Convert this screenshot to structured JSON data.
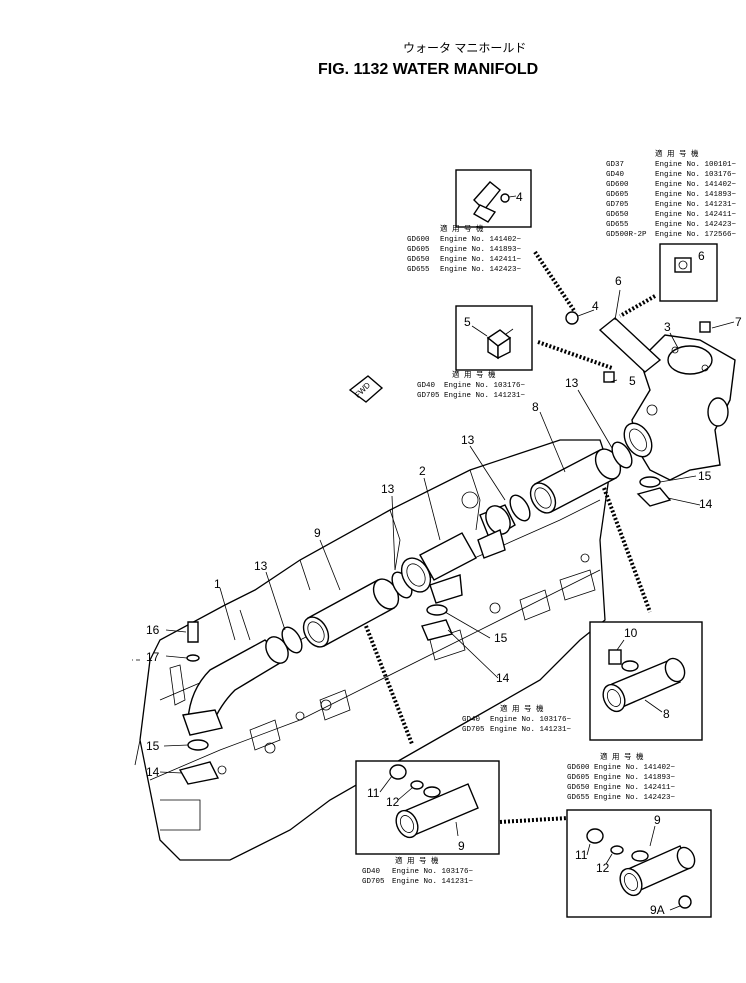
{
  "header": {
    "title_jp": "ウォータ マニホールド",
    "title_en": "FIG. 1132 WATER MANIFOLD"
  },
  "fwd_label": "FWD",
  "callouts": {
    "c1": "1",
    "c2": "2",
    "c3": "3",
    "c4": "4",
    "c5": "5",
    "c6": "6",
    "c7": "7",
    "c8": "8",
    "c9": "9",
    "c13a": "13",
    "c13b": "13",
    "c13c": "13",
    "c13d": "13",
    "c14a": "14",
    "c14b": "14",
    "c14c": "14",
    "c15a": "15",
    "c15b": "15",
    "c15c": "15",
    "c16": "16",
    "c17": "17"
  },
  "notes": {
    "top_right": {
      "heading": "適 用 号 機",
      "rows": [
        [
          "GD37",
          "Engine No. 100101~"
        ],
        [
          "GD40",
          "Engine No. 103176~"
        ],
        [
          "GD600",
          "Engine No. 141402~"
        ],
        [
          "GD605",
          "Engine No. 141893~"
        ],
        [
          "GD705",
          "Engine No. 141231~"
        ],
        [
          "GD650",
          "Engine No. 142411~"
        ],
        [
          "GD655",
          "Engine No. 142423~"
        ],
        [
          "GD500R-2P",
          "Engine No. 172566~"
        ]
      ]
    },
    "part4": {
      "heading": "適 用 号 機",
      "rows": [
        [
          "GD600",
          "Engine No. 141402~"
        ],
        [
          "GD605",
          "Engine No. 141893~"
        ],
        [
          "GD650",
          "Engine No. 142411~"
        ],
        [
          "GD655",
          "Engine No. 142423~"
        ]
      ]
    },
    "part5": {
      "heading": "適 用 号 機",
      "rows": [
        [
          "GD40",
          "Engine No. 103176~"
        ],
        [
          "GD705",
          "Engine No. 141231~"
        ]
      ]
    },
    "part8": {
      "heading": "適 用 号 機",
      "rows": [
        [
          "GD40",
          "Engine No. 103176~"
        ],
        [
          "GD705",
          "Engine No. 141231~"
        ]
      ]
    },
    "part9": {
      "heading": "適 用 号 機",
      "rows": [
        [
          "GD40",
          "Engine No. 103176~"
        ],
        [
          "GD705",
          "Engine No. 141231~"
        ]
      ]
    },
    "part9a": {
      "heading": "適 用 号 機",
      "rows": [
        [
          "GD600",
          "Engine No. 141402~"
        ],
        [
          "GD605",
          "Engine No. 141893~"
        ],
        [
          "GD650",
          "Engine No. 142411~"
        ],
        [
          "GD655",
          "Engine No. 142423~"
        ]
      ]
    }
  },
  "insets": {
    "box4": {
      "label": "4"
    },
    "box6": {
      "label": "6"
    },
    "box5": {
      "label": "5"
    },
    "box8": {
      "l10": "10",
      "l8": "8"
    },
    "box9": {
      "l11": "11",
      "l12": "12",
      "l9": "9"
    },
    "box9a": {
      "l9": "9",
      "l11": "11",
      "l12": "12",
      "l9a": "9A"
    }
  }
}
